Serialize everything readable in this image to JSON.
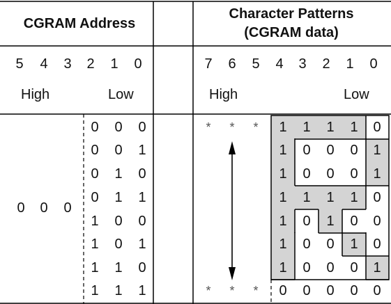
{
  "header": {
    "address_title": "CGRAM Address",
    "pattern_title_line1": "Character Patterns",
    "pattern_title_line2": "(CGRAM data)"
  },
  "address_bits": [
    "5",
    "4",
    "3",
    "2",
    "1",
    "0"
  ],
  "data_bits": [
    "7",
    "6",
    "5",
    "4",
    "3",
    "2",
    "1",
    "0"
  ],
  "labels": {
    "high": "High",
    "low": "Low"
  },
  "upper_address": [
    "0",
    "0",
    "0"
  ],
  "lower_address": [
    [
      "0",
      "0",
      "0"
    ],
    [
      "0",
      "0",
      "1"
    ],
    [
      "0",
      "1",
      "0"
    ],
    [
      "0",
      "1",
      "1"
    ],
    [
      "1",
      "0",
      "0"
    ],
    [
      "1",
      "0",
      "1"
    ],
    [
      "1",
      "1",
      "0"
    ],
    [
      "1",
      "1",
      "1"
    ]
  ],
  "upper_data": [
    "*",
    "*",
    "*"
  ],
  "pattern": [
    [
      "1",
      "1",
      "1",
      "1",
      "0"
    ],
    [
      "1",
      "0",
      "0",
      "0",
      "1"
    ],
    [
      "1",
      "0",
      "0",
      "0",
      "1"
    ],
    [
      "1",
      "1",
      "1",
      "1",
      "0"
    ],
    [
      "1",
      "0",
      "1",
      "0",
      "0"
    ],
    [
      "1",
      "0",
      "0",
      "1",
      "0"
    ],
    [
      "1",
      "0",
      "0",
      "0",
      "1"
    ],
    [
      "0",
      "0",
      "0",
      "0",
      "0"
    ]
  ],
  "colors": {
    "shade": "#d4d4d4",
    "line": "#000000"
  }
}
